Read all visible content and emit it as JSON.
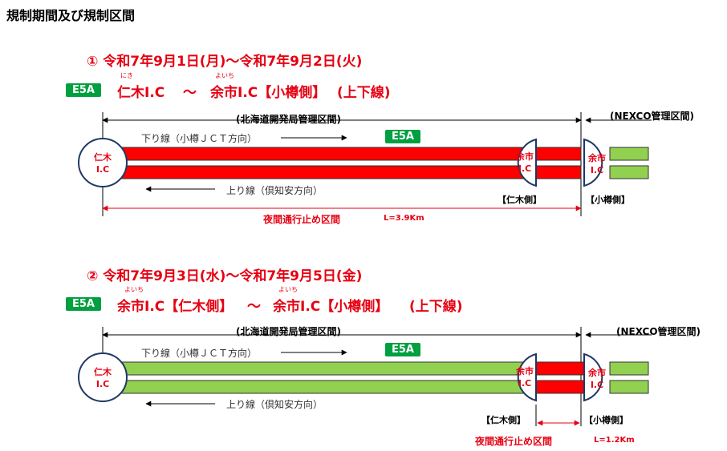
{
  "page_title": "規制期間及び規制区間",
  "colors": {
    "closed": "#ff0000",
    "open": "#92d050",
    "badge": "#00a040",
    "accent": "#e60012"
  },
  "route_badge": "E5A",
  "sections": [
    {
      "period": "① 令和7年9月1日(月)～令和7年9月2日(火)",
      "route_from": "仁木I.C",
      "route_from_ruby": "にき",
      "route_tilde": "～",
      "route_to": "余市I.C【小樽側】",
      "route_to_ruby": "よいち",
      "route_dir": "(上下線)",
      "mgmt_left": "(北海道開発局管理区間)",
      "mgmt_right": "(NEXCO管理区間)",
      "down_label": "下り線（小樽ＪＣＴ方向）",
      "up_label": "上り線（倶知安方向）",
      "ic_niki": [
        "仁木",
        "I.C"
      ],
      "ic_yoichi_a": [
        "余市",
        "I.C"
      ],
      "ic_yoichi_b": [
        "余市",
        "I.C"
      ],
      "side_left": "【仁木側】",
      "side_right": "【小樽側】",
      "closure_label": "夜間通行止め区間",
      "closure_length": "L=3.9Km"
    },
    {
      "period": "② 令和7年9月3日(水)～令和7年9月5日(金)",
      "route_from": "余市I.C【仁木側】",
      "route_from_ruby": "よいち",
      "route_tilde": "～",
      "route_to": "余市I.C【小樽側】",
      "route_to_ruby": "よいち",
      "route_dir": "(上下線)",
      "mgmt_left": "(北海道開発局管理区間)",
      "mgmt_right": "(NEXCO管理区間)",
      "down_label": "下り線（小樽ＪＣＴ方向）",
      "up_label": "上り線（倶知安方向）",
      "ic_niki": [
        "仁木",
        "I.C"
      ],
      "ic_yoichi_a": [
        "余市",
        "I.C"
      ],
      "ic_yoichi_b": [
        "余市",
        "I.C"
      ],
      "side_left": "【仁木側】",
      "side_right": "【小樽側】",
      "closure_label": "夜間通行止め区間",
      "closure_length": "L=1.2Km"
    }
  ]
}
